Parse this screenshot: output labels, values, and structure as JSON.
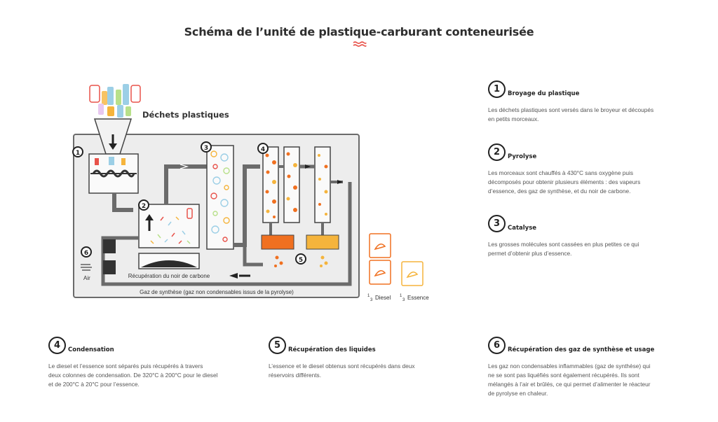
{
  "title": "Schéma de l’unité de plastique-carburant conteneurisée",
  "colors": {
    "accent": "#e8524a",
    "frame": "#6b6b6b",
    "orange": "#f07020",
    "yellow": "#f5b43c"
  },
  "diagram": {
    "waste_label": "Déchets plastiques",
    "carbon_label": "Récupération du noir de carbone",
    "gas_label": "Gaz de synthèse (gaz non condensables issus de la pyrolyse)",
    "air_label": "Air",
    "diesel_label": "Diesel",
    "essence_label": "Essence",
    "fraction_num": "1",
    "fraction_den": "3",
    "numbers": [
      "1",
      "2",
      "3",
      "4",
      "5",
      "6"
    ]
  },
  "steps": [
    {
      "num": "1",
      "title": "Broyage du plastique",
      "lines": [
        "Les déchets plastiques sont versés dans le broyeur et découpés",
        "en petits morceaux."
      ]
    },
    {
      "num": "2",
      "title": "Pyrolyse",
      "lines": [
        "Les morceaux sont chauffés à 430°C sans oxygène puis",
        "décomposés pour obtenir plusieurs éléments : des vapeurs",
        "d’essence, des gaz de synthèse, et du noir de carbone."
      ]
    },
    {
      "num": "3",
      "title": "Catalyse",
      "lines": [
        "Les grosses molécules sont cassées en plus petites ce qui",
        "permet d’obtenir plus d’essence."
      ]
    },
    {
      "num": "4",
      "title": "Condensation",
      "lines": [
        "Le diesel et l’essence sont séparés puis récupérés à travers",
        "deux colonnes de condensation. De 320°C à 200°C pour le diesel",
        "et de 200°C à 20°C pour l’essence."
      ]
    },
    {
      "num": "5",
      "title": "Récupération des liquides",
      "lines": [
        "L’essence et le diesel obtenus sont récupérés dans deux",
        "réservoirs différents."
      ]
    },
    {
      "num": "6",
      "title": "Récupération des gaz de synthèse et usage",
      "lines": [
        "Les gaz non condensables inflammables (gaz de synthèse) qui",
        "ne se sont pas liquéfiés sont également récupérés. Ils sont",
        "mélangés à l’air et brûlés, ce qui permet d’alimenter le réacteur",
        "de pyrolyse en chaleur."
      ]
    }
  ]
}
